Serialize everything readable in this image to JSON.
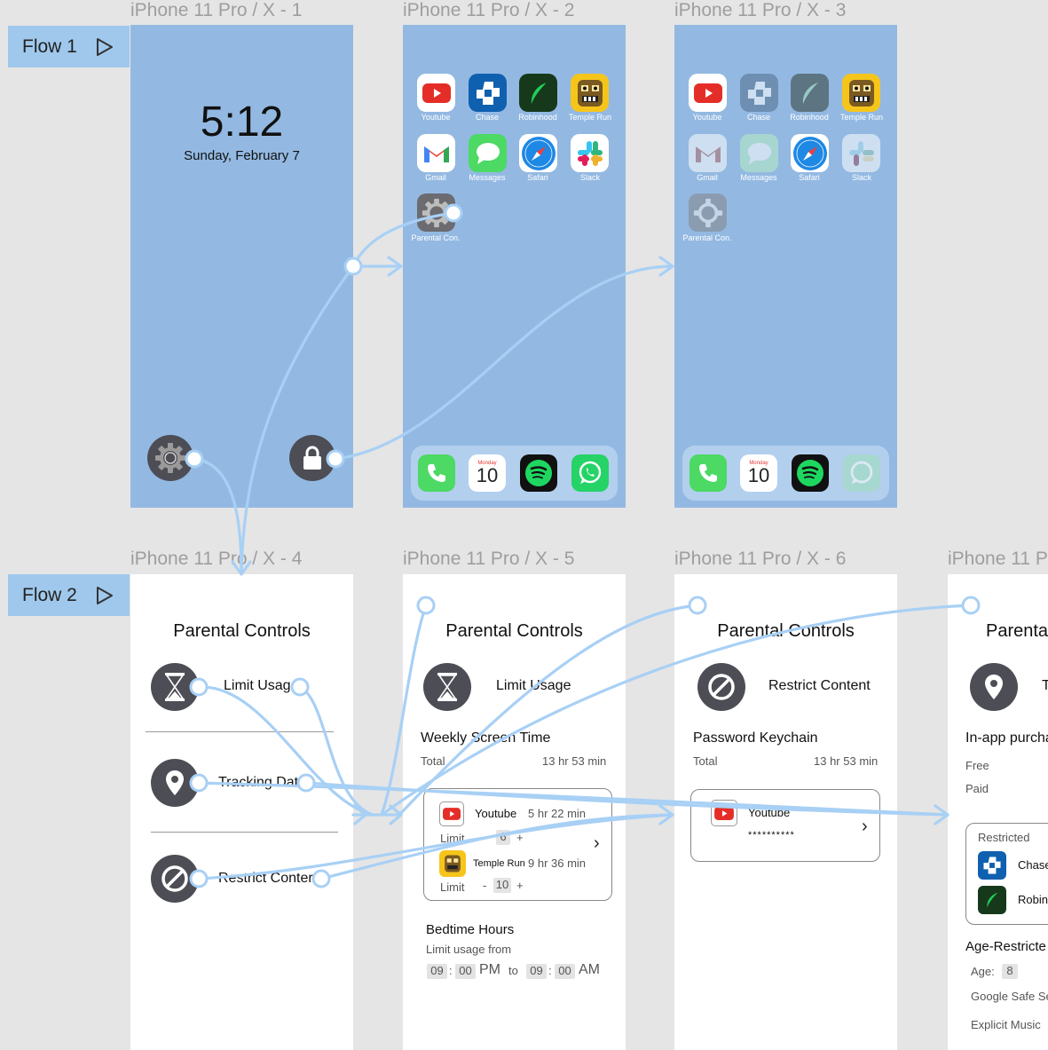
{
  "frames": {
    "f1": "iPhone 11 Pro / X - 1",
    "f2": "iPhone 11 Pro / X - 2",
    "f3": "iPhone 11 Pro / X - 3",
    "f4": "iPhone 11 Pro / X - 4",
    "f5": "iPhone 11 Pro / X - 5",
    "f6": "iPhone 11 Pro / X - 6",
    "f7": "iPhone 11 P"
  },
  "flows": {
    "flow1": "Flow 1",
    "flow2": "Flow 2"
  },
  "lock": {
    "time": "5:12",
    "date": "Sunday, February 7"
  },
  "home": {
    "apps": [
      "Youtube",
      "Chase",
      "Robinhood",
      "Temple Run",
      "Gmail",
      "Messages",
      "Safari",
      "Slack",
      "Parental Con."
    ],
    "calendar_day": "Monday",
    "calendar_date": "10"
  },
  "pc": {
    "title": "Parental Controls",
    "title_cut": "Parenta",
    "limit_usage": "Limit Usage",
    "limit_usage_cut": "Limit Usag",
    "tracking_cut": "Tracking Dat",
    "restrict_cut": "Restrict Conter",
    "restrict_content": "Restrict Content",
    "t_cut": "T"
  },
  "f5": {
    "weekly": "Weekly Screen Time",
    "total_label": "Total",
    "total_value": "13 hr 53 min",
    "app1_name": "Youtube",
    "app1_time": "5 hr 22 min",
    "limit_label": "Limit",
    "minus": "-",
    "plus": "+",
    "app1_limit": "6",
    "app2_name": "Temple Run",
    "app2_time": "9 hr 36 min",
    "app2_limit": "10",
    "bedtime": "Bedtime Hours",
    "limit_from": "Limit usage from",
    "from_h": "09",
    "from_m": "00",
    "colon": ":",
    "from_ampm": "PM",
    "to": "to",
    "to_h": "09",
    "to_m": "00",
    "to_ampm": "AM",
    "chevron": "›"
  },
  "f6": {
    "keychain": "Password Keychain",
    "total_label": "Total",
    "total_value": "13 hr 53 min",
    "app_name": "Youtube",
    "password": "**********",
    "chevron": "›"
  },
  "f7": {
    "inapp": "In-app purcha",
    "free": "Free",
    "paid": "Paid",
    "restricted": "Restricted",
    "app1": "Chase",
    "app2": "Robin",
    "age_restricted": "Age-Restricte",
    "age_label": "Age:",
    "age_value": "8",
    "google": "Google Safe Se",
    "explicit": "Explicit Music"
  },
  "colors": {
    "canvas": "#e5e5e5",
    "frame_blue": "#93b9e2",
    "flow_tag": "#9fc8ec",
    "connector": "#a8d0f5",
    "icon_circle": "#4d4d56"
  }
}
